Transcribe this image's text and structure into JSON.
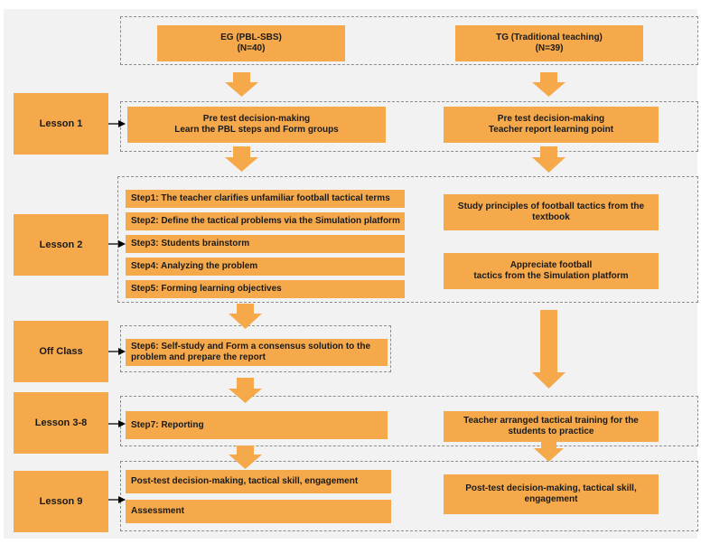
{
  "groups": {
    "eg": "EG (PBL-SBS)\n(N=40)",
    "tg": "TG (Traditional teaching)\n(N=39)"
  },
  "lessons": {
    "l1": "Lesson 1",
    "l2": "Lesson 2",
    "off": "Off Class",
    "l38": "Lesson 3-8",
    "l9": "Lesson 9"
  },
  "lesson1": {
    "eg": "Pre test decision-making\nLearn the PBL steps and Form groups",
    "tg": "Pre test decision-making\nTeacher report learning point"
  },
  "lesson2": {
    "steps": [
      "Step1: The teacher clarifies unfamiliar football tactical terms",
      "Step2: Define the tactical problems via the Simulation platform",
      "Step3: Students brainstorm",
      "Step4: Analyzing the problem",
      "Step5: Forming learning objectives"
    ],
    "tg1": "Study principles of football tactics from the\ntextbook",
    "tg2": "Appreciate football\ntactics from the Simulation platform"
  },
  "offclass": {
    "step6": "Step6: Self-study and Form a consensus solution to the\nproblem and prepare the report"
  },
  "lesson38": {
    "step7": "Step7: Reporting",
    "tg": "Teacher arranged tactical training for the\nstudents to practice"
  },
  "lesson9": {
    "eg1": "Post-test decision-making, tactical skill, engagement",
    "eg2": "Assessment",
    "tg": "Post-test decision-making, tactical skill,\nengagement"
  },
  "colors": {
    "box": "#f5a94a",
    "arrow": "#f5a94a",
    "background": "#f2f2f2",
    "border": "#8c8c8c"
  }
}
